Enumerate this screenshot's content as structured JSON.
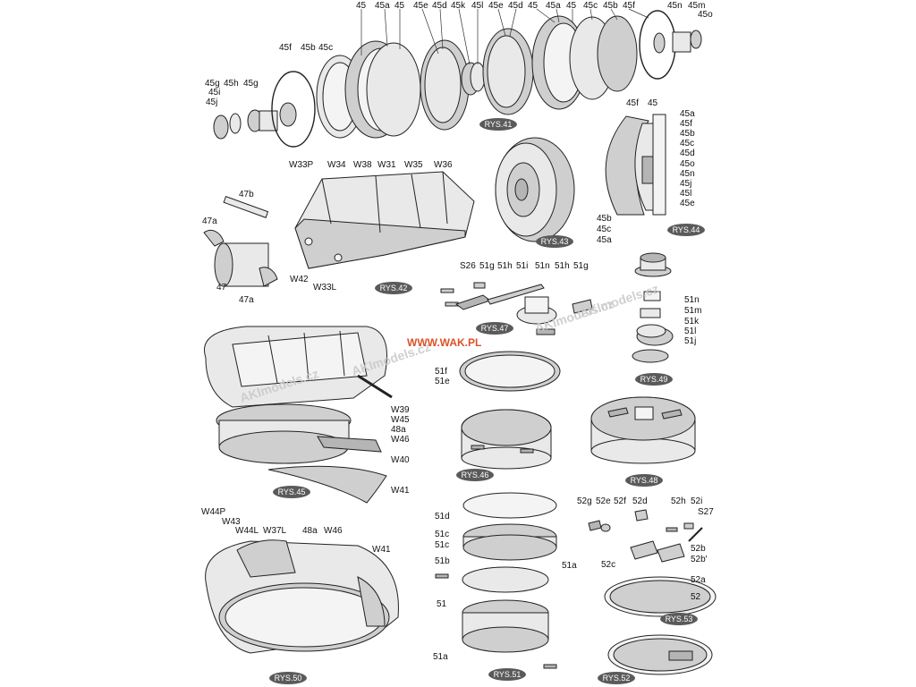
{
  "figure_badges": {
    "rys41": "RYS.41",
    "rys42": "RYS.42",
    "rys43": "RYS.43",
    "rys44": "RYS.44",
    "rys45": "RYS.45",
    "rys46": "RYS.46",
    "rys47": "RYS.47",
    "rys48": "RYS.48",
    "rys49": "RYS.49",
    "rys50": "RYS.50",
    "rys51": "RYS.51",
    "rys52": "RYS.52",
    "rys53": "RYS.53"
  },
  "watermarks": {
    "ak_a": "AKImodels.cz",
    "ak_b": "AKImodels.cz",
    "ak_c": "AKImodels.cz",
    "ak_d": "AKImodels.cz",
    "wak": "WWW.WAK.PL"
  },
  "top_row_labels": [
    "45",
    "45a",
    "45",
    "45e",
    "45d",
    "45k",
    "45l",
    "45e",
    "45d",
    "45",
    "45a",
    "45",
    "45c",
    "45b",
    "45f",
    "45n",
    "45m",
    "45o"
  ],
  "rys41_labels": [
    "45f",
    "45b",
    "45c",
    "45g",
    "45h",
    "45g",
    "45i",
    "45j"
  ],
  "rys44_labels": [
    "45f",
    "45",
    "45a",
    "45f",
    "45b",
    "45c",
    "45d",
    "45o",
    "45n",
    "45j",
    "45l",
    "45e",
    "45b",
    "45c",
    "45a"
  ],
  "rys42_labels": [
    "W33P",
    "W34",
    "W38",
    "W31",
    "W35",
    "W36",
    "47b",
    "47a",
    "47",
    "47a",
    "W42",
    "W33L"
  ],
  "rys47_labels": [
    "S26",
    "51g",
    "51h",
    "51i",
    "51n",
    "51h",
    "51g"
  ],
  "rys49_labels": [
    "51n",
    "51m",
    "51k",
    "51l",
    "51j"
  ],
  "rys46_labels": [
    "51f",
    "51e"
  ],
  "rys45_labels": [
    "W39",
    "W45",
    "48a",
    "W46",
    "W40",
    "W41"
  ],
  "rys50_labels": [
    "W44P",
    "W43",
    "W44L",
    "W37L",
    "48a",
    "W46",
    "W41"
  ],
  "rys51_labels": [
    "51d",
    "51c",
    "51c",
    "51b",
    "51a",
    "51",
    "51a"
  ],
  "rys53_labels": [
    "52g",
    "52e",
    "52f",
    "52d",
    "52h",
    "52i",
    "S27",
    "52c",
    "52b",
    "52b'",
    "52a",
    "52"
  ]
}
